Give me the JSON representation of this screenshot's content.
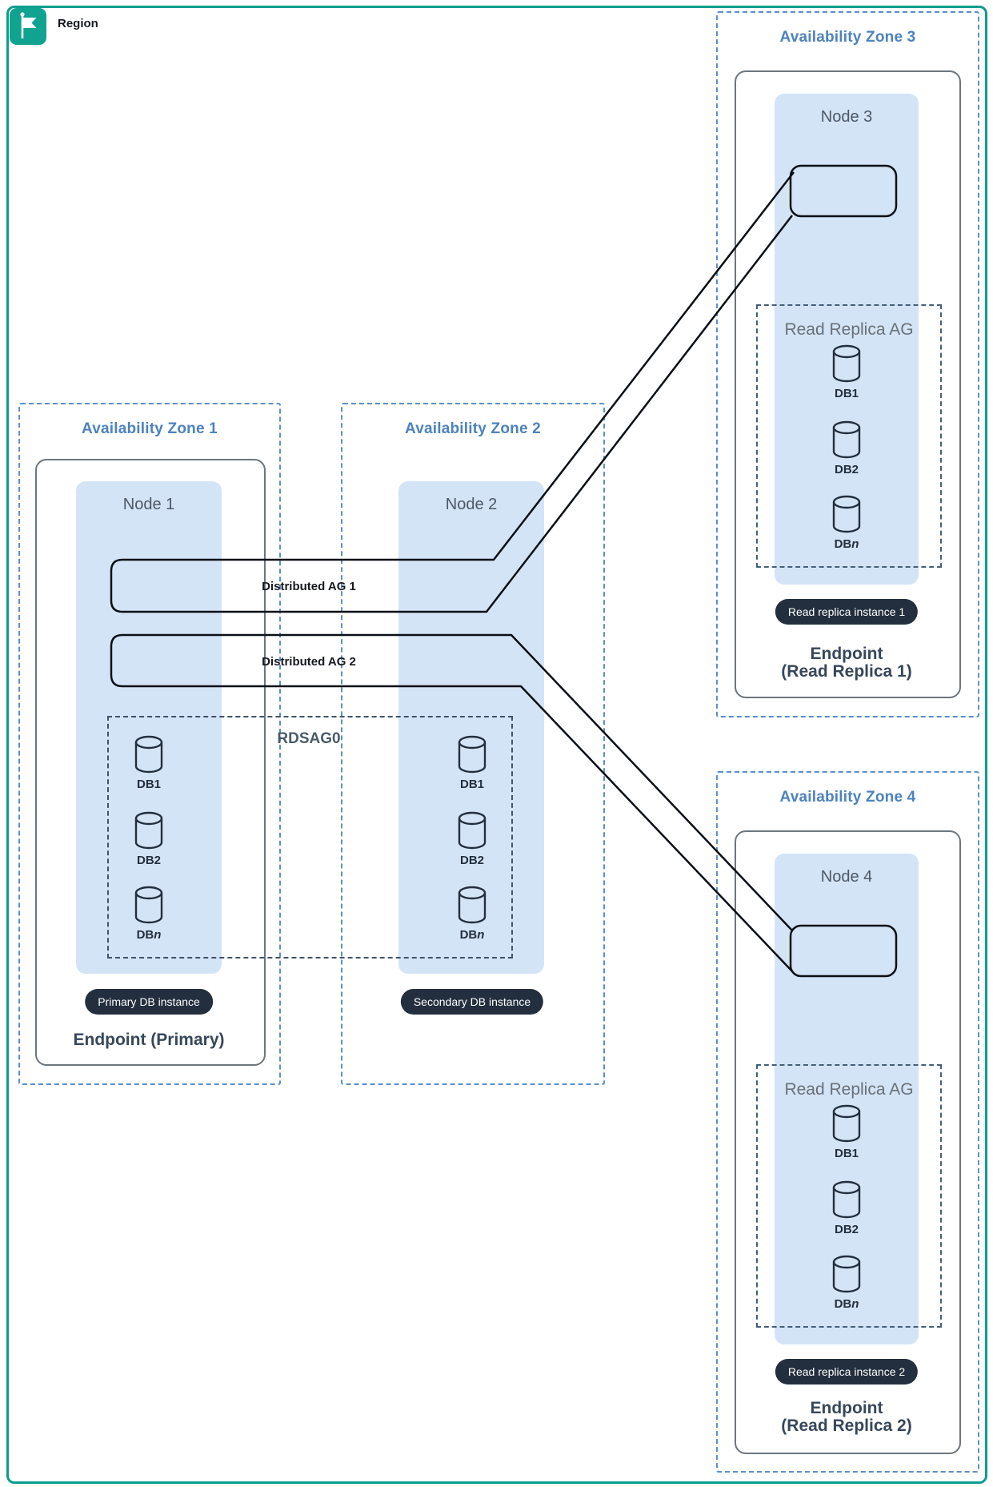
{
  "region": {
    "label": "Region"
  },
  "az1": {
    "title": "Availability Zone 1",
    "node": "Node 1",
    "badge": "Primary DB instance",
    "endpoint": "Endpoint (Primary)",
    "dbs": [
      {
        "p": "DB",
        "s": "1"
      },
      {
        "p": "DB",
        "s": "2"
      },
      {
        "p": "DB",
        "s": "n"
      }
    ]
  },
  "az2": {
    "title": "Availability Zone 2",
    "node": "Node 2",
    "badge": "Secondary DB instance",
    "dbs": [
      {
        "p": "DB",
        "s": "1"
      },
      {
        "p": "DB",
        "s": "2"
      },
      {
        "p": "DB",
        "s": "n"
      }
    ]
  },
  "az3": {
    "title": "Availability Zone 3",
    "node": "Node 3",
    "rr_title": "Read Replica AG",
    "badge": "Read replica instance 1",
    "endpoint_line1": "Endpoint",
    "endpoint_line2": "(Read Replica 1)",
    "dbs": [
      {
        "p": "DB",
        "s": "1"
      },
      {
        "p": "DB",
        "s": "2"
      },
      {
        "p": "DB",
        "s": "n"
      }
    ]
  },
  "az4": {
    "title": "Availability Zone 4",
    "node": "Node 4",
    "rr_title": "Read Replica AG",
    "badge": "Read replica instance 2",
    "endpoint_line1": "Endpoint",
    "endpoint_line2": "(Read Replica 2)",
    "dbs": [
      {
        "p": "DB",
        "s": "1"
      },
      {
        "p": "DB",
        "s": "2"
      },
      {
        "p": "DB",
        "s": "n"
      }
    ]
  },
  "ags": {
    "rdsag_label": "RDSAG0",
    "ag1": "Distributed AG 1",
    "ag2": "Distributed AG 2"
  },
  "colors": {
    "region_teal": "#0C9D8E",
    "az_border_blue": "#5B8FCB",
    "az_title_blue": "#4C82BE",
    "node_fill_blue": "#D3E4F6",
    "dark_navy": "#232F3E",
    "line_black": "#0B1016",
    "endpoint_gray": "#6E757D"
  }
}
